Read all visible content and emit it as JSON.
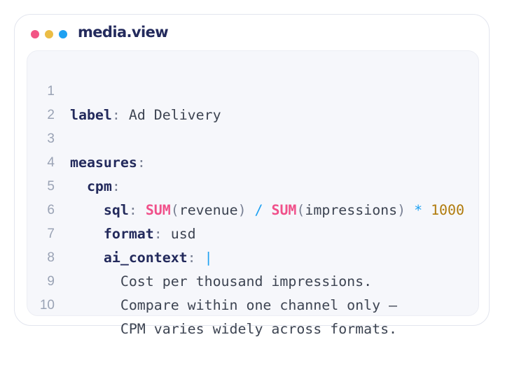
{
  "window": {
    "title": "media.view",
    "dots": [
      {
        "name": "close",
        "color": "#f25585"
      },
      {
        "name": "minimize",
        "color": "#ebbd45"
      },
      {
        "name": "maximize",
        "color": "#1ea1f2"
      }
    ]
  },
  "colors": {
    "key": "#232a5c",
    "function": "#f0508a",
    "operator": "#1ea1f2",
    "number": "#b07a0a",
    "text": "#3d4452",
    "line_number": "#9aa3b5",
    "panel_bg": "#f6f7fb"
  },
  "code": {
    "lines": [
      {
        "n": "1",
        "indent": "",
        "key": "label",
        "colon": ":",
        "value": " Ad Delivery"
      },
      {
        "n": "2"
      },
      {
        "n": "3",
        "indent": "",
        "key": "measures",
        "colon": ":"
      },
      {
        "n": "4",
        "indent": "  ",
        "key": "cpm",
        "colon": ":"
      },
      {
        "n": "5",
        "indent": "    ",
        "key": "sql",
        "colon": ":",
        "sp": " ",
        "fn1": "SUM",
        "lp1": "(",
        "arg1": "revenue",
        "rp1": ")",
        "op1": " / ",
        "fn2": "SUM",
        "lp2": "(",
        "arg2": "impressions",
        "rp2": ")",
        "op2": " * ",
        "num": "1000"
      },
      {
        "n": "6",
        "indent": "    ",
        "key": "format",
        "colon": ":",
        "value": " usd"
      },
      {
        "n": "7",
        "indent": "    ",
        "key": "ai_context",
        "colon": ":",
        "pipe": " |"
      },
      {
        "n": "8",
        "text": "      Cost per thousand impressions."
      },
      {
        "n": "9",
        "text": "      Compare within one channel only —"
      },
      {
        "n": "10",
        "text": "      CPM varies widely across formats."
      }
    ]
  }
}
